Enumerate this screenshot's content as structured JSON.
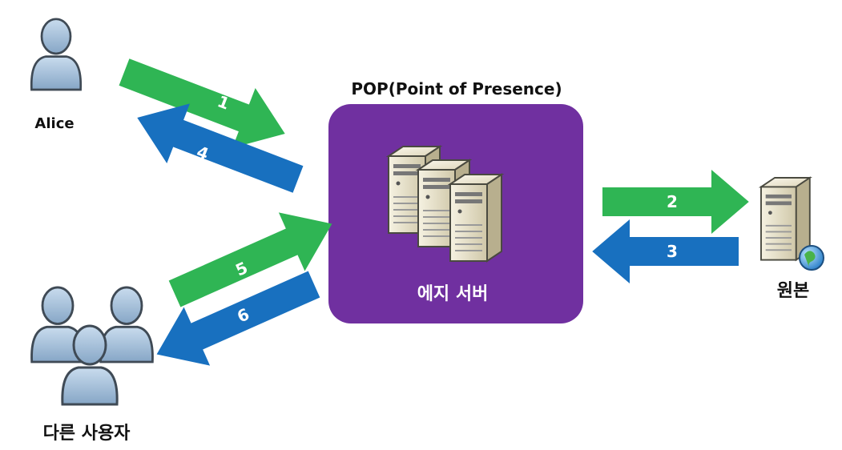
{
  "colors": {
    "green_arrow": "#2fb554",
    "blue_arrow": "#1870bf",
    "pop_box": "#7030a0",
    "user_fill": "#9fbcd8",
    "user_stroke": "#3f4a55",
    "server_fill": "#e9e3cc"
  },
  "pop": {
    "title": "POP(Point of Presence)",
    "server_label": "에지 서버"
  },
  "users": {
    "alice": "Alice",
    "others": "다른 사용자"
  },
  "origin": {
    "label": "원본"
  },
  "arrows": [
    {
      "number": "1",
      "direction": "request",
      "color": "green"
    },
    {
      "number": "2",
      "direction": "request",
      "color": "green"
    },
    {
      "number": "3",
      "direction": "response",
      "color": "blue"
    },
    {
      "number": "4",
      "direction": "response",
      "color": "blue"
    },
    {
      "number": "5",
      "direction": "request",
      "color": "green"
    },
    {
      "number": "6",
      "direction": "response",
      "color": "blue"
    }
  ],
  "icons": [
    "user-icon",
    "user-group-icon",
    "server-icon",
    "globe-icon"
  ]
}
